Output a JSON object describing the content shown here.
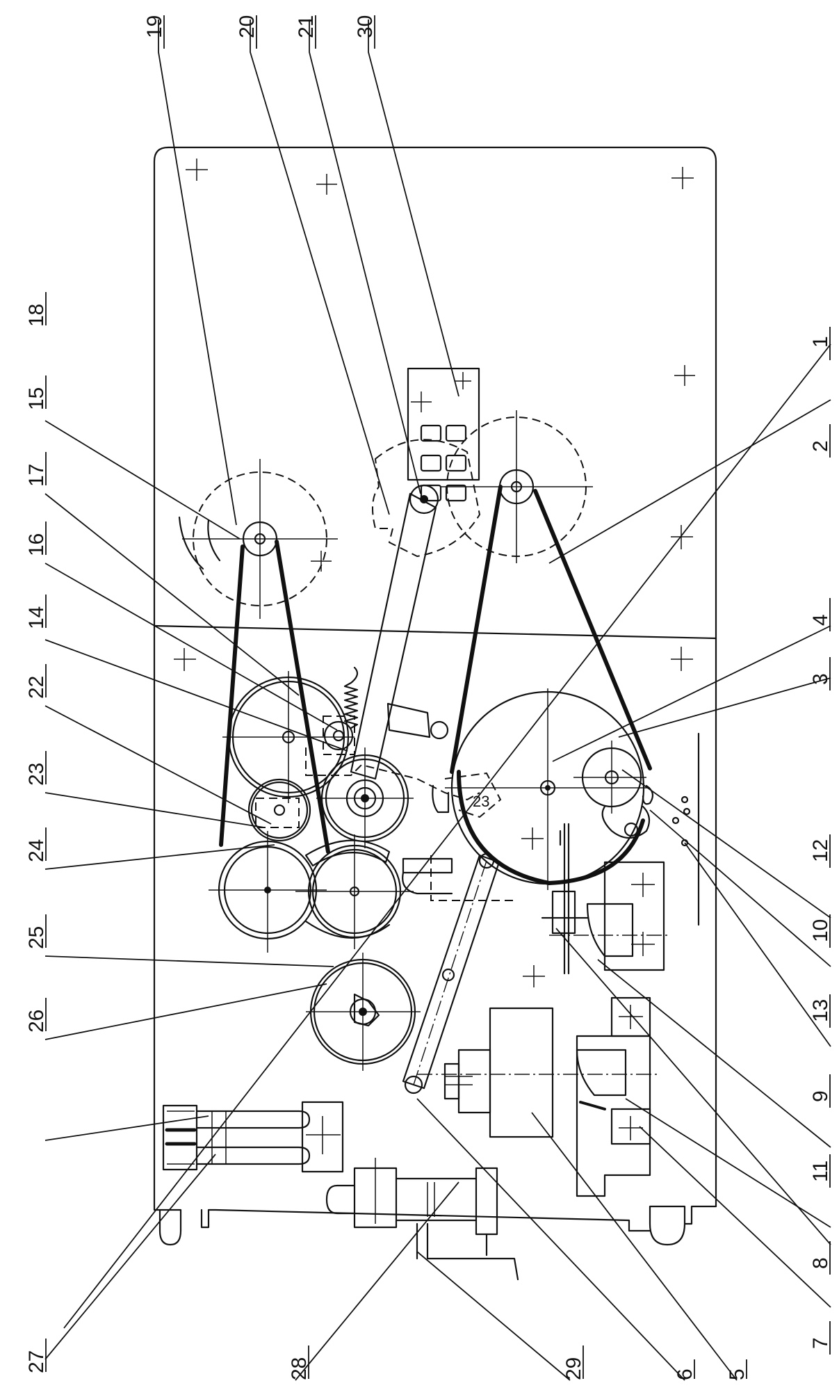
{
  "callouts": [
    {
      "id": "1",
      "text": "1"
    },
    {
      "id": "2",
      "text": "2"
    },
    {
      "id": "3",
      "text": "3"
    },
    {
      "id": "4",
      "text": "4"
    },
    {
      "id": "5",
      "text": "5"
    },
    {
      "id": "6",
      "text": "6"
    },
    {
      "id": "7",
      "text": "7"
    },
    {
      "id": "8",
      "text": "8"
    },
    {
      "id": "9",
      "text": "9"
    },
    {
      "id": "10",
      "text": "10"
    },
    {
      "id": "11",
      "text": "11"
    },
    {
      "id": "12",
      "text": "12"
    },
    {
      "id": "13",
      "text": "13"
    },
    {
      "id": "14",
      "text": "14"
    },
    {
      "id": "15",
      "text": "15"
    },
    {
      "id": "16",
      "text": "16"
    },
    {
      "id": "17",
      "text": "17"
    },
    {
      "id": "18",
      "text": "18"
    },
    {
      "id": "19",
      "text": "19"
    },
    {
      "id": "20",
      "text": "20"
    },
    {
      "id": "21",
      "text": "21"
    },
    {
      "id": "22",
      "text": "22"
    },
    {
      "id": "23",
      "text": "23"
    },
    {
      "id": "24",
      "text": "24"
    },
    {
      "id": "25",
      "text": "25"
    },
    {
      "id": "26",
      "text": "26"
    },
    {
      "id": "27",
      "text": "27"
    },
    {
      "id": "28",
      "text": "28"
    },
    {
      "id": "29",
      "text": "29"
    },
    {
      "id": "30",
      "text": "30"
    }
  ],
  "inline_labels": {
    "tag_23": "23"
  },
  "colors": {
    "ink": "#111111",
    "paper": "#ffffff"
  }
}
